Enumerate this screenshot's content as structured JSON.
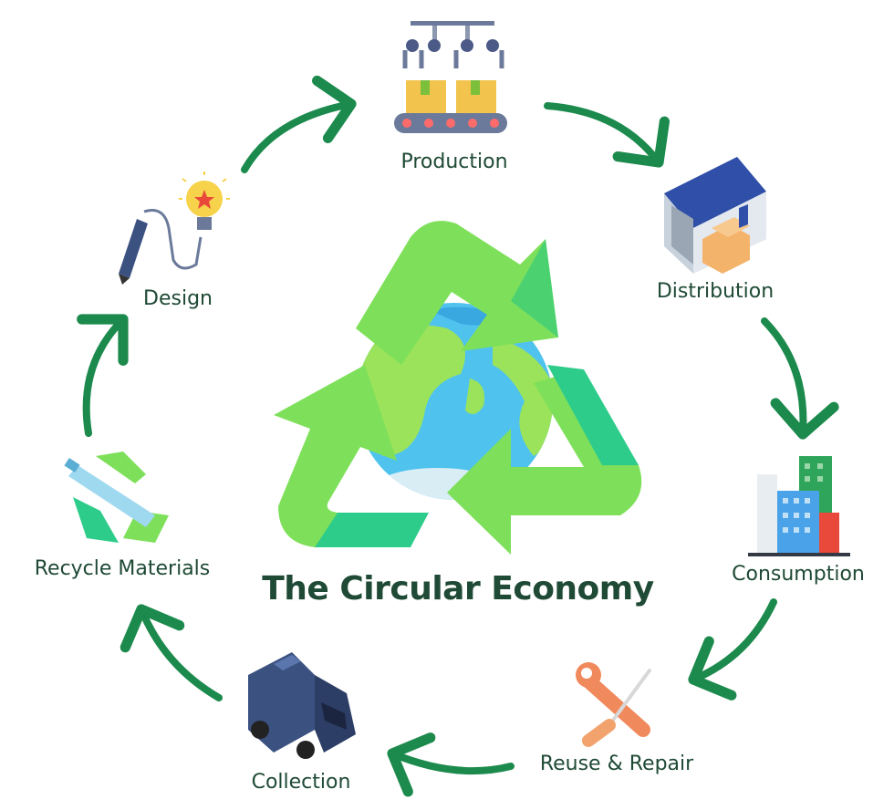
{
  "title": "The Circular Economy",
  "stages": [
    {
      "label": "Production",
      "icon": "conveyor-belt-icon"
    },
    {
      "label": "Distribution",
      "icon": "warehouse-icon"
    },
    {
      "label": "Consumption",
      "icon": "city-buildings-icon"
    },
    {
      "label": "Reuse & Repair",
      "icon": "wrench-screwdriver-icon"
    },
    {
      "label": "Collection",
      "icon": "truck-icon"
    },
    {
      "label": "Recycle Materials",
      "icon": "recycle-bottle-icon"
    },
    {
      "label": "Design",
      "icon": "lightbulb-pencil-icon"
    }
  ],
  "colors": {
    "arrow": "#1b8a4c",
    "text": "#1f4a35",
    "recycle_light": "#7ee05a",
    "recycle_dark": "#2ecc8a",
    "earth_water": "#4fc3ee",
    "earth_land": "#9be35a"
  }
}
